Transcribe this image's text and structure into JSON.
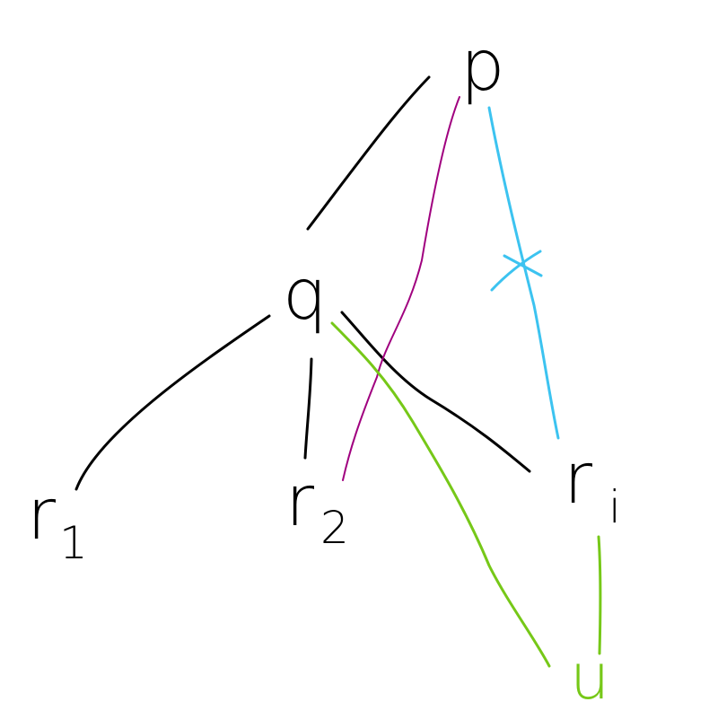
{
  "diagram": {
    "nodes": {
      "p": {
        "label": "p"
      },
      "q": {
        "label": "q"
      },
      "r1": {
        "label": "r",
        "subscript": "1"
      },
      "r2": {
        "label": "r",
        "subscript": "2"
      },
      "ri": {
        "label": "r",
        "subscript": "i"
      },
      "u": {
        "label": "u"
      }
    },
    "edges": [
      {
        "from": "p",
        "to": "q",
        "color": "#000000"
      },
      {
        "from": "q",
        "to": "r1",
        "color": "#000000"
      },
      {
        "from": "q",
        "to": "r2",
        "color": "#000000"
      },
      {
        "from": "q",
        "to": "ri",
        "color": "#000000"
      },
      {
        "from": "p",
        "to": "r2",
        "color": "#a0007f"
      },
      {
        "from": "p",
        "to": "ri",
        "color": "#3cc3f0",
        "marked": true
      },
      {
        "from": "q",
        "to": "u",
        "color": "#76c818"
      },
      {
        "from": "ri",
        "to": "u",
        "color": "#76c818"
      }
    ],
    "colors": {
      "black": "#000000",
      "magenta": "#a0007f",
      "cyan": "#3cc3f0",
      "green": "#76c818"
    }
  }
}
